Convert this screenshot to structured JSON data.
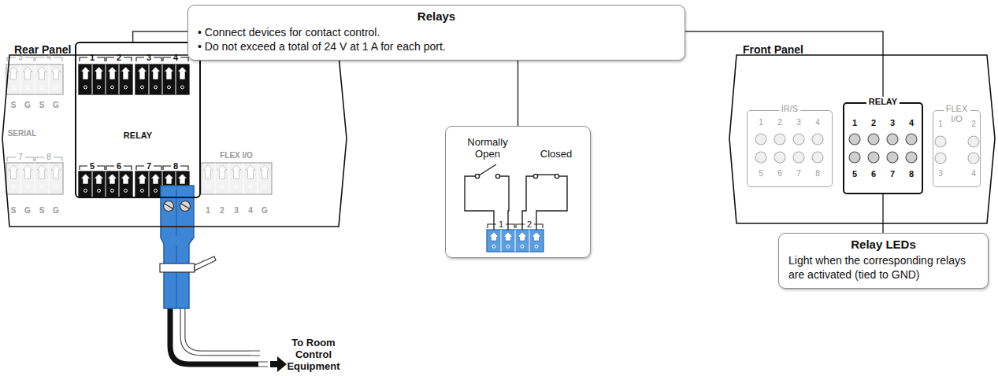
{
  "diagram": {
    "nodes": [
      {
        "text": [
          "Rear Panel"
        ]
      },
      {
        "text": [
          "RELAY"
        ],
        "in": 0
      },
      {
        "text": [
          "Relays",
          "• Connect devices for contact control.",
          "• Do not exceed a total of 24 V at 1 A for each port."
        ]
      },
      {
        "text": [
          "Normally Open",
          "Closed"
        ]
      },
      {
        "text": [
          "Front Panel"
        ]
      },
      {
        "text": [
          "IR/S"
        ],
        "in": 4
      },
      {
        "text": [
          "RELAY"
        ],
        "in": 4
      },
      {
        "text": [
          "FLEX I/O"
        ],
        "in": 4
      },
      {
        "text": [
          "Relay LEDs",
          "Light when the corresponding relays are activated (tied to GND)"
        ]
      }
    ],
    "edges": [
      {
        "from": 2,
        "to": 1,
        "arrow": "none"
      },
      {
        "from": 2,
        "to": 3,
        "arrow": "none"
      },
      {
        "from": 2,
        "to": 6,
        "arrow": "none"
      },
      {
        "from": 8,
        "to": 6,
        "arrow": "none"
      }
    ],
    "labels": [
      "1",
      "2",
      "3",
      "4",
      "5",
      "6",
      "7",
      "8",
      "3",
      "4",
      "S",
      "G",
      "S",
      "G",
      "SERIAL",
      "7",
      "8",
      "S",
      "G",
      "S",
      "G",
      "FLEX I/O",
      "1",
      "2",
      "3",
      "4",
      "G",
      "To Room Control Equipment",
      "1",
      "2",
      "1",
      "2",
      "3",
      "4",
      "5",
      "6",
      "7",
      "8",
      "1",
      "2",
      "3",
      "4",
      "5",
      "6",
      "7",
      "8",
      "1",
      "2",
      "3",
      "4"
    ]
  }
}
